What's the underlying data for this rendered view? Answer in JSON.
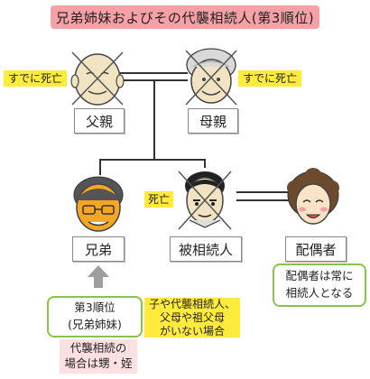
{
  "title": "兄弟姉妹およびその代襲相続人(第3順位)",
  "labels": {
    "father": "父親",
    "mother": "母親",
    "siblings": "兄弟",
    "deceased": "被相続人",
    "spouse": "配偶者"
  },
  "tags": {
    "father_dead": "すでに死亡",
    "mother_dead": "すでに死亡",
    "deceased_dead": "死亡"
  },
  "notes": {
    "rank_line1": "第3順位",
    "rank_line2": "(兄弟姉妹)",
    "condition_line1": "子や代襲相続人、",
    "condition_line2": "父母や祖父母",
    "condition_line3": "がいない場合",
    "spouse_line1": "配偶者は常に",
    "spouse_line2": "相続人となる",
    "substitute_line1": "代襲相続の",
    "substitute_line2": "場合は甥・姪"
  },
  "colors": {
    "title_bg": "#f7a1a6",
    "tag_bg": "#ffeb3b",
    "green_border": "#8bc34a",
    "pink_bg": "#fde0e2",
    "arrow": "#9e9e9e"
  }
}
